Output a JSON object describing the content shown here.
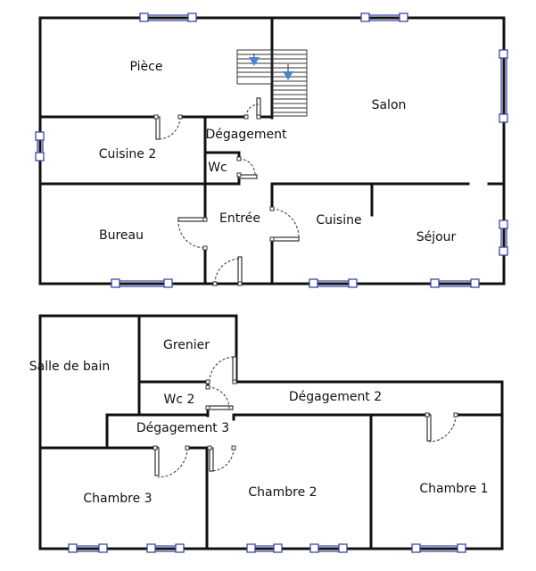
{
  "plan": {
    "ground_floor": {
      "rooms": [
        {
          "id": "piece",
          "label": "Pièce"
        },
        {
          "id": "salon",
          "label": "Salon"
        },
        {
          "id": "cuisine-2",
          "label": "Cuisine 2"
        },
        {
          "id": "degagement",
          "label": "Dégagement"
        },
        {
          "id": "wc",
          "label": "Wc"
        },
        {
          "id": "bureau",
          "label": "Bureau"
        },
        {
          "id": "entree",
          "label": "Entrée"
        },
        {
          "id": "cuisine",
          "label": "Cuisine"
        },
        {
          "id": "sejour",
          "label": "Séjour"
        }
      ]
    },
    "upper_floor": {
      "rooms": [
        {
          "id": "salle-de-bain",
          "label": "Salle de bain"
        },
        {
          "id": "grenier",
          "label": "Grenier"
        },
        {
          "id": "wc-2",
          "label": "Wc 2"
        },
        {
          "id": "degagement-2",
          "label": "Dégagement 2"
        },
        {
          "id": "degagement-3",
          "label": "Dégagement 3"
        },
        {
          "id": "chambre-3",
          "label": "Chambre 3"
        },
        {
          "id": "chambre-2",
          "label": "Chambre 2"
        },
        {
          "id": "chambre-1",
          "label": "Chambre 1"
        }
      ]
    },
    "colors": {
      "wall": "#111111",
      "window": "#3b45a8",
      "stair_arrow": "#4a80d6"
    }
  }
}
